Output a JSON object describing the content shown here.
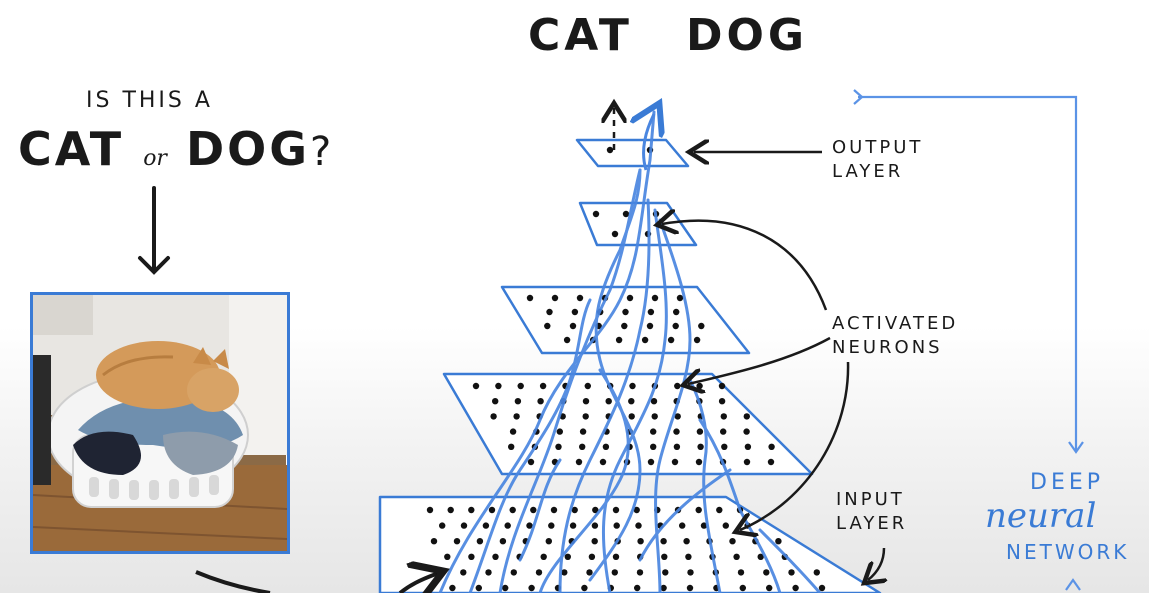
{
  "title": {
    "cat": "CAT",
    "dog": "DOG"
  },
  "question": {
    "line1": "IS THIS A",
    "cat": "CAT",
    "or": "or",
    "dog": "DOG",
    "mark": "?"
  },
  "labels": {
    "output_layer": [
      "OUTPUT",
      "LAYER"
    ],
    "activated_neurons": [
      "ACTIVATED",
      "NEURONS"
    ],
    "input_layer": [
      "INPUT",
      "LAYER"
    ]
  },
  "network_label": {
    "deep": "DEEP",
    "neural": "neural",
    "network": "NETWORK"
  },
  "colors": {
    "ink": "#1a1a1a",
    "blue": "#3a7bd5",
    "background": "#ffffff"
  },
  "icons": [
    "arrow-down-icon",
    "arrow-right-icon",
    "arrow-up-icon"
  ]
}
